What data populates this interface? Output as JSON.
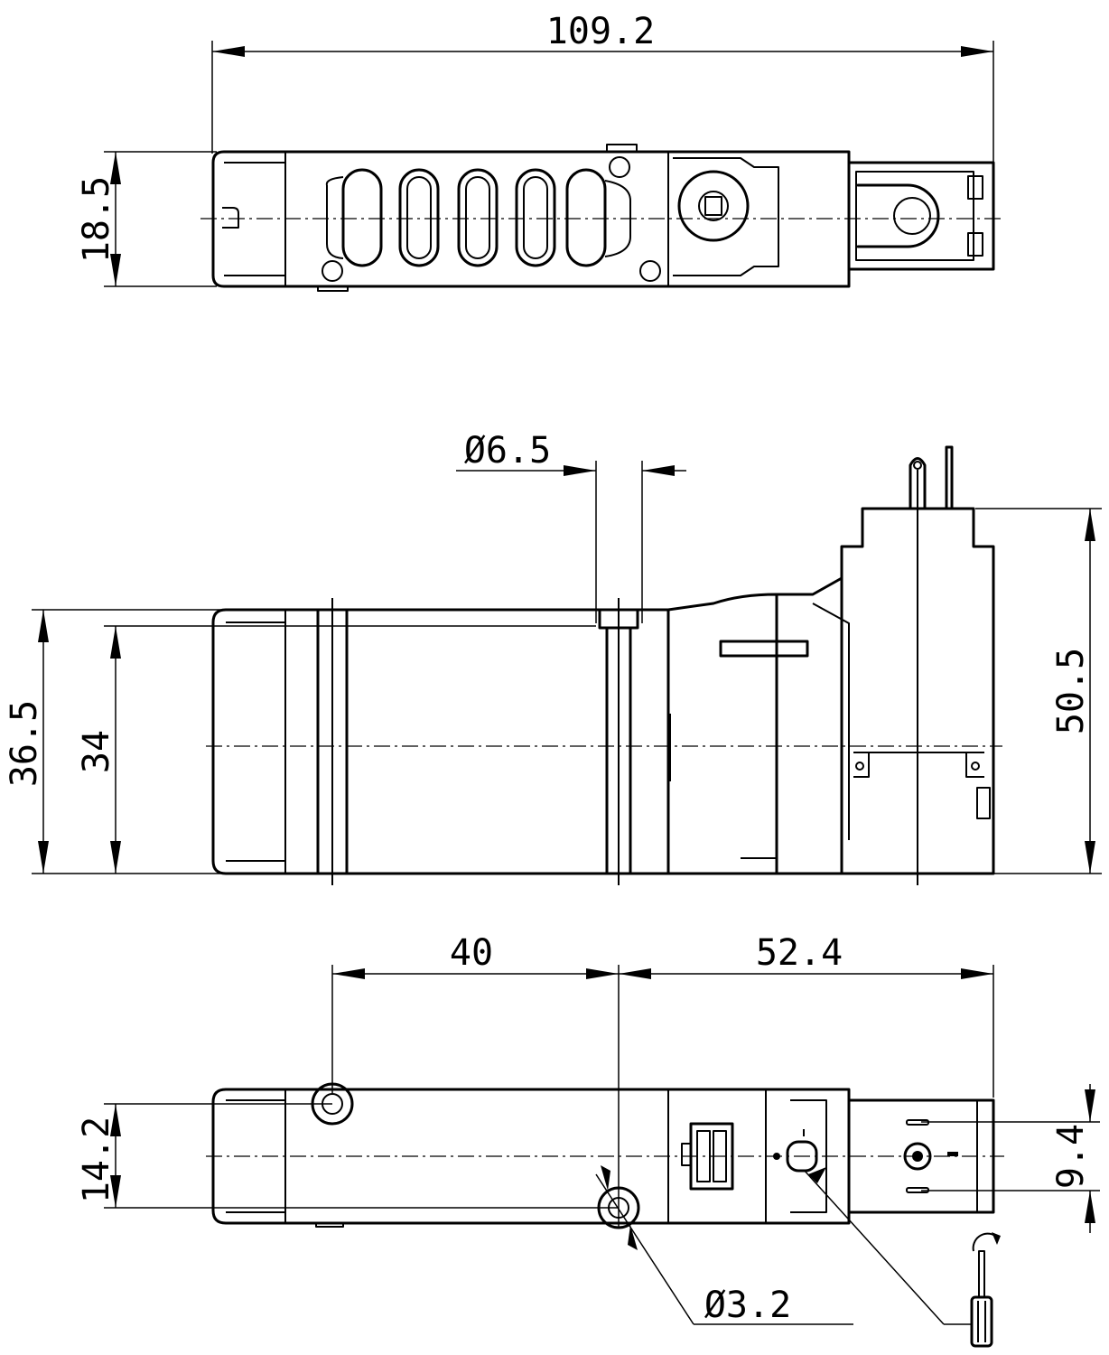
{
  "dimensions": {
    "top_view": {
      "overall_length": "109.2",
      "width": "18.5"
    },
    "side_view": {
      "port_diameter": "Ø6.5",
      "body_height_outer": "36.5",
      "body_height_inner": "34",
      "total_height": "50.5"
    },
    "bottom_view": {
      "hole_spacing": "40",
      "hole_to_end": "52.4",
      "hole_offset": "14.2",
      "connector_spacing": "9.4",
      "mount_hole_diameter": "Ø3.2"
    }
  },
  "icons": {
    "manual_override": "screwdriver-icon",
    "rotation": "rotate-arrow-icon"
  }
}
